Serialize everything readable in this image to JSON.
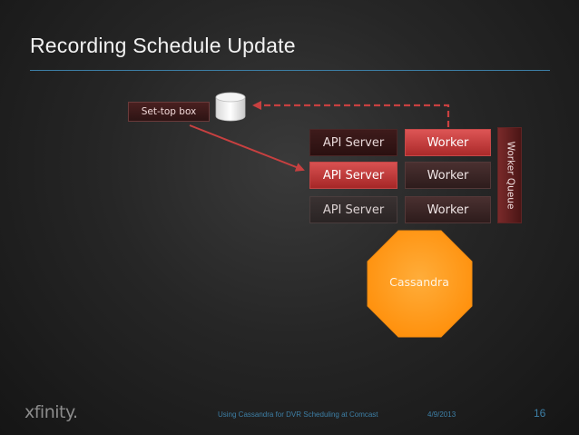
{
  "slide": {
    "title": "Recording Schedule Update",
    "footer": {
      "logo": "xfinity.",
      "center_text": "Using Cassandra for DVR Scheduling at Comcast",
      "date": "4/9/2013",
      "page_number": "16"
    }
  },
  "diagram": {
    "set_top_box_label": "Set-top box",
    "api_servers": [
      "API Server",
      "API Server",
      "API Server"
    ],
    "workers": [
      "Worker",
      "Worker",
      "Worker"
    ],
    "worker_queue_label": "Worker Queue",
    "cassandra_label": "Cassandra"
  },
  "colors": {
    "accent_blue": "#3d7fa6",
    "highlight_red": "#d04848",
    "cassandra_orange": "#ff9a1a"
  }
}
